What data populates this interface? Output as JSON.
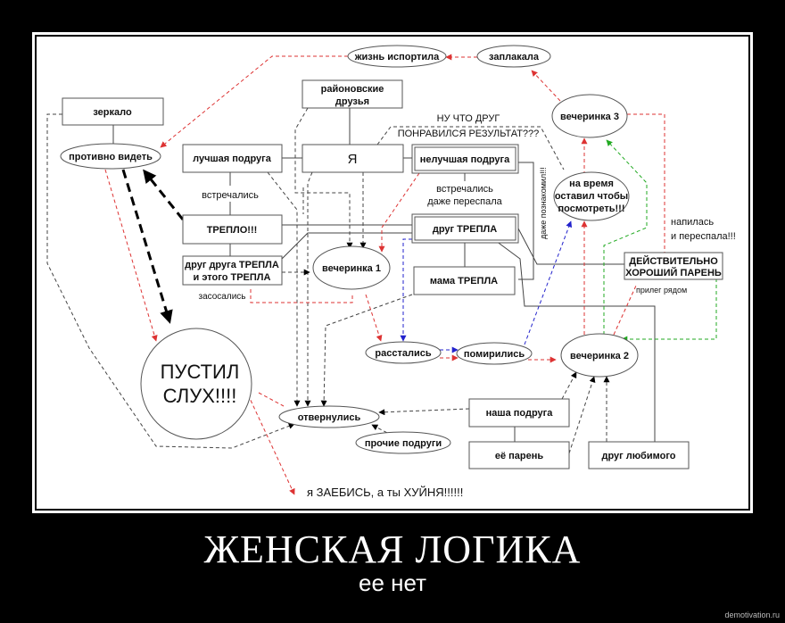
{
  "poster": {
    "title": "ЖЕНСКАЯ ЛОГИКА",
    "subtitle": "ее нет",
    "watermark": "demotivation.ru"
  },
  "colors": {
    "background": "#000000",
    "panel": "#ffffff",
    "arrow_red": "#dd3333",
    "arrow_blue": "#2222cc",
    "arrow_green": "#22aa22",
    "arrow_black": "#000000"
  },
  "nodes": {
    "zerkalo": "зеркало",
    "protivno_videt": "противно видеть",
    "zhizn_isportila": "жизнь испортила",
    "zaplakala": "заплакала",
    "rayonovskie_line1": "районовские",
    "rayonovskie_line2": "друзья",
    "luchshaya_podruga": "лучшая подруга",
    "ya": "Я",
    "neluchshaya_podruga": "нелучшая подруга",
    "vecherinka3": "вечеринка 3",
    "na_vremya_line1": "на время",
    "na_vremya_line2": "оставил чтобы",
    "na_vremya_line3": "посмотреть!!!",
    "treplo": "ТРЕПЛО!!!",
    "drug_druga_line1": "друг друга ТРЕПЛА",
    "drug_druga_line2": "и этого ТРЕПЛА",
    "vecherinka1": "вечеринка 1",
    "drug_trepla": "друг ТРЕПЛА",
    "mama_trepla": "мама ТРЕПЛА",
    "deystvitelno_line1": "ДЕЙСТВИТЕЛЬНО",
    "deystvitelno_line2": "ХОРОШИЙ ПАРЕНЬ",
    "rasstalis": "расстались",
    "pomirilis": "помирились",
    "vecherinka2": "вечеринка 2",
    "pustil_line1": "ПУСТИЛ",
    "pustil_line2": "СЛУХ!!!!",
    "otvernulis": "отвернулись",
    "prochie_podrugi": "прочие подруги",
    "nasha_podruga": "наша подруга",
    "ee_paren": "её парень",
    "drug_lyubimogo": "друг любимого"
  },
  "edge_labels": {
    "vstrechalis": "встречались",
    "nu_chto_drug": "НУ ЧТО ДРУГ",
    "ponravilsya": "ПОНРАВИЛСЯ РЕЗУЛЬТАТ???",
    "vstrechalis2_line1": "встречались",
    "vstrechalis2_line2": "даже переспала",
    "dazhe_poznakomil": "даже познакомил!!!",
    "zasosalis": "засосались",
    "napilas_line1": "напилась",
    "napilas_line2": "и переспала!!!",
    "prileg_ryadom": "прилег рядом",
    "ya_zaebis": "я ЗАЕБИСЬ, а ты ХУЙНЯ!!!!!!"
  }
}
